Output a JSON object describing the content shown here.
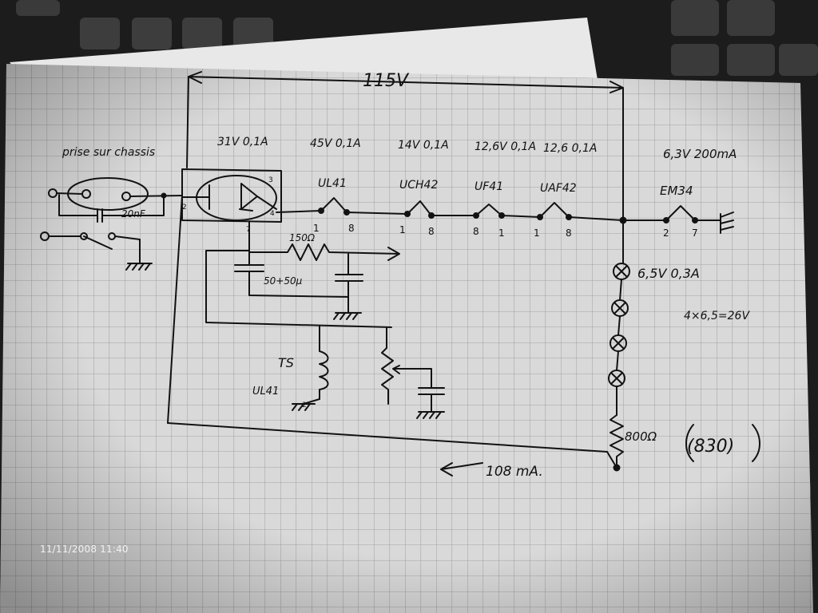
{
  "diagram": {
    "supply_total": "115V",
    "mains_label": "prise sur chassis",
    "capacitor_label": "20nF",
    "tubes": [
      {
        "rating": "31V 0,1A",
        "tag": ""
      },
      {
        "rating": "45V 0,1A",
        "tag": "UL41"
      },
      {
        "rating": "14V 0,1A",
        "tag": "UCH42"
      },
      {
        "rating": "12,6V 0,1A",
        "tag": "UF41"
      },
      {
        "rating": "12,6 0,1A",
        "tag": "UAF42"
      }
    ],
    "em34_rating": "6,3V 200mA",
    "em34_tag": "EM34",
    "pin_labels": [
      "1",
      "8",
      "1",
      "8",
      "8",
      "1",
      "1",
      "8",
      "2",
      "7"
    ],
    "rect_pins": {
      "left": "2",
      "top": "3",
      "right": "4",
      "bottom": "7"
    },
    "resistor_label": "150Ω",
    "filter_cap_label": "50+50µ",
    "ts_label": "TS",
    "ul41_label": "UL41",
    "ts_pin": "2",
    "lamp_label": "6,5V 0,3A",
    "lamp_calc": "4×6,5=26V",
    "dropper_label": "800Ω",
    "dropper_actual": "(830)",
    "current_label": "108 mA."
  },
  "timestamp": "11/11/2008 11:40",
  "colors": {
    "paper": "#dcdcdc",
    "grid": "#9e9e9e",
    "ink": "#121212",
    "background": "#1a1a1a"
  }
}
